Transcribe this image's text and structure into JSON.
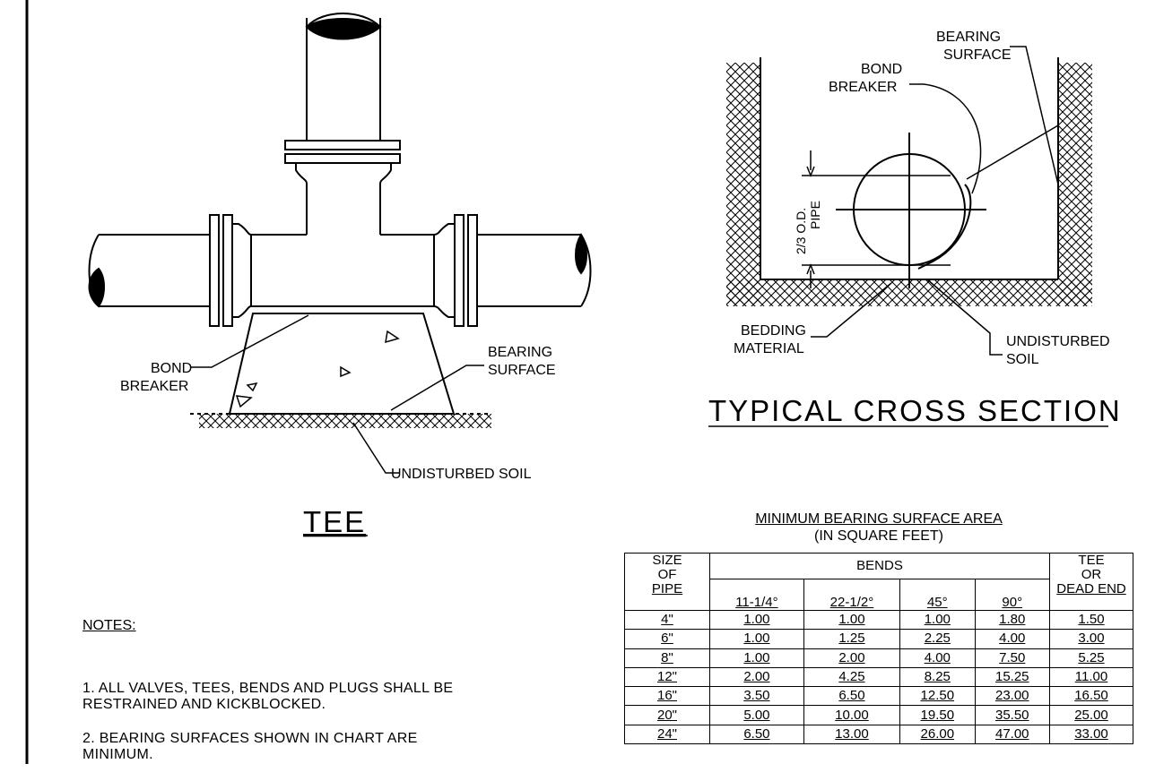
{
  "tee": {
    "title": "TEE",
    "bond_breaker": [
      "BOND",
      "BREAKER"
    ],
    "bearing_surface": [
      "BEARING",
      "SURFACE"
    ],
    "undisturbed_soil": "UNDISTURBED SOIL"
  },
  "cross_section": {
    "title": "TYPICAL CROSS SECTION",
    "bearing_surface": [
      "BEARING",
      "SURFACE"
    ],
    "bond_breaker": [
      "BOND",
      "BREAKER"
    ],
    "dimension": [
      "2/3 O.D.",
      "PIPE"
    ],
    "bedding_material": [
      "BEDDING",
      "MATERIAL"
    ],
    "undisturbed_soil": [
      "UNDISTURBED",
      "SOIL"
    ]
  },
  "table": {
    "title": "MINIMUM BEARING SURFACE AREA",
    "subtitle": "(IN SQUARE FEET)",
    "size_header": [
      "SIZE",
      "OF",
      "PIPE"
    ],
    "bends_header": "BENDS",
    "tee_header": [
      "TEE",
      "OR",
      "DEAD END"
    ],
    "columns": [
      "11-1/4°",
      "22-1/2°",
      "45°",
      "90°"
    ],
    "rows": [
      [
        "4\"",
        "1.00",
        "1.00",
        "1.00",
        "1.80",
        "1.50"
      ],
      [
        "6\"",
        "1.00",
        "1.25",
        "2.25",
        "4.00",
        "3.00"
      ],
      [
        "8\"",
        "1.00",
        "2.00",
        "4.00",
        "7.50",
        "5.25"
      ],
      [
        "12\"",
        "2.00",
        "4.25",
        "8.25",
        "15.25",
        "11.00"
      ],
      [
        "16\"",
        "3.50",
        "6.50",
        "12.50",
        "23.00",
        "16.50"
      ],
      [
        "20\"",
        "5.00",
        "10.00",
        "19.50",
        "35.50",
        "25.00"
      ],
      [
        "24\"",
        "6.50",
        "13.00",
        "26.00",
        "47.00",
        "33.00"
      ]
    ]
  },
  "notes": {
    "heading": "NOTES:",
    "items": [
      "1. ALL VALVES, TEES, BENDS AND PLUGS SHALL BE RESTRAINED AND KICKBLOCKED.",
      "2. BEARING SURFACES SHOWN IN CHART ARE MINIMUM."
    ]
  }
}
